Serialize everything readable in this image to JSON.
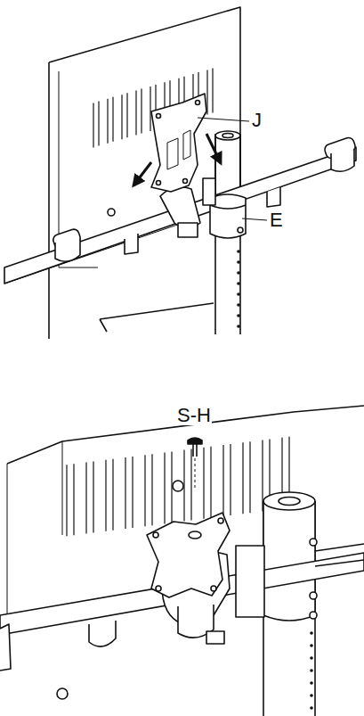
{
  "diagram": {
    "labels": [
      "J",
      "E",
      "S-H"
    ]
  }
}
